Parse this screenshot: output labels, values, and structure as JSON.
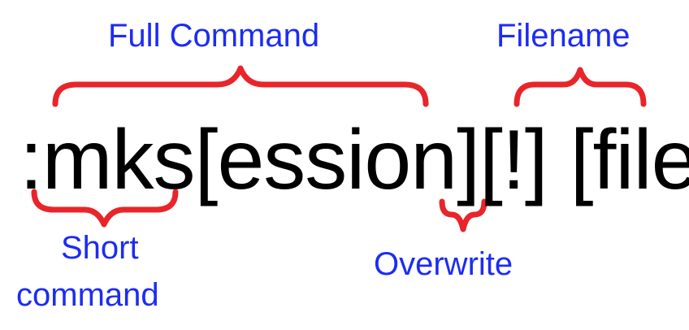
{
  "labels": {
    "full_command": "Full Command",
    "filename": "Filename",
    "short_command_line1": "Short",
    "short_command_line2": "command",
    "overwrite": "Overwrite"
  },
  "syntax": {
    "colon": ":",
    "short": "mks",
    "rest": "[ession]",
    "bang": "[!]",
    "space": " ",
    "file": "[file]"
  },
  "colors": {
    "label_blue": "#1c2cf2",
    "brace_red": "#e8252a",
    "syntax_black": "#000000"
  }
}
